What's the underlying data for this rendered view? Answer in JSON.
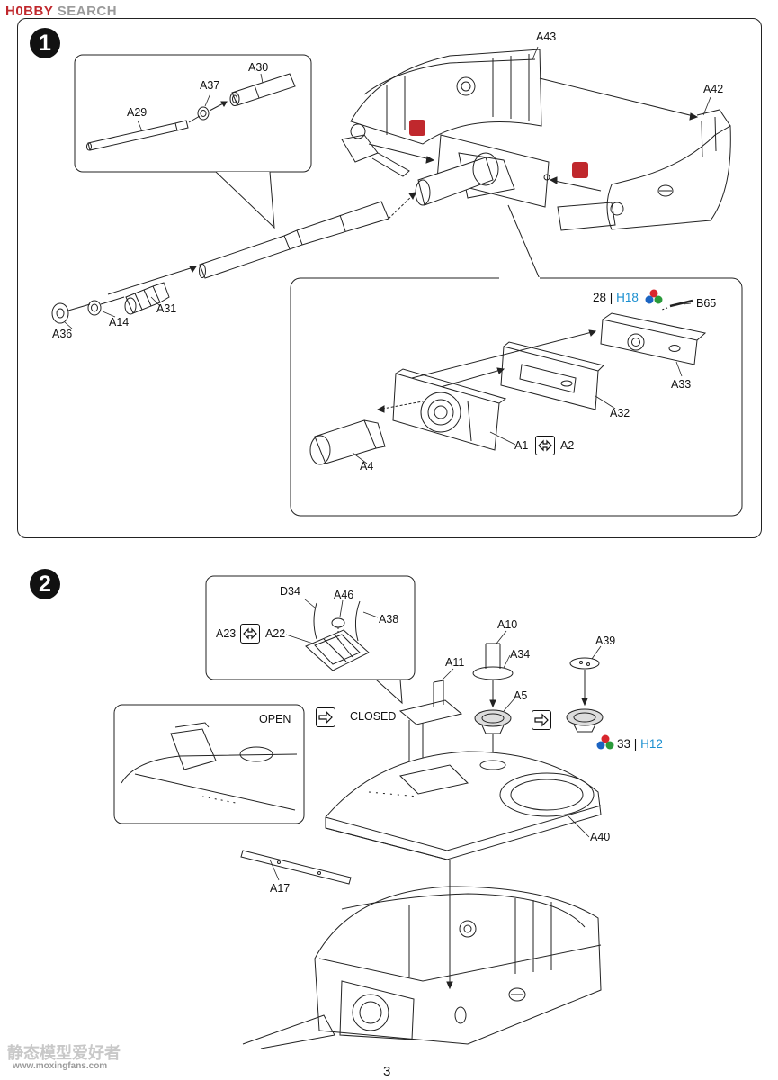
{
  "watermark": {
    "brand_logo": "H0BBY",
    "brand_text": "SEARCH",
    "bottom_text": "静态模型爱好者",
    "url": "www.moxingfans.com"
  },
  "page_number": "3",
  "step1": {
    "number": "1",
    "labels": {
      "A43": "A43",
      "A42": "A42",
      "A30": "A30",
      "A37": "A37",
      "A29": "A29",
      "A31": "A31",
      "A14": "A14",
      "A36": "A36",
      "B65": "B65",
      "A33": "A33",
      "A32": "A32",
      "A1": "A1",
      "A2": "A2",
      "A4": "A4"
    },
    "paint": {
      "number": "28",
      "sep": "|",
      "code": "H18"
    }
  },
  "step2": {
    "number": "2",
    "labels": {
      "D34": "D34",
      "A46": "A46",
      "A38": "A38",
      "A23": "A23",
      "A22": "A22",
      "A11": "A11",
      "A10": "A10",
      "A34": "A34",
      "A5": "A5",
      "A39": "A39",
      "A40": "A40",
      "A17": "A17",
      "open": "OPEN",
      "closed": "CLOSED"
    },
    "paint": {
      "number": "33",
      "sep": "|",
      "code": "H12"
    }
  },
  "icons": [
    "no-paint-icon",
    "swap-arrow-icon",
    "alternative-arrow-icon",
    "paint-drops-icon"
  ],
  "colors": {
    "paint_code": "#1a8fd0",
    "no_paint": "#c0282d",
    "ink": "#111111"
  }
}
